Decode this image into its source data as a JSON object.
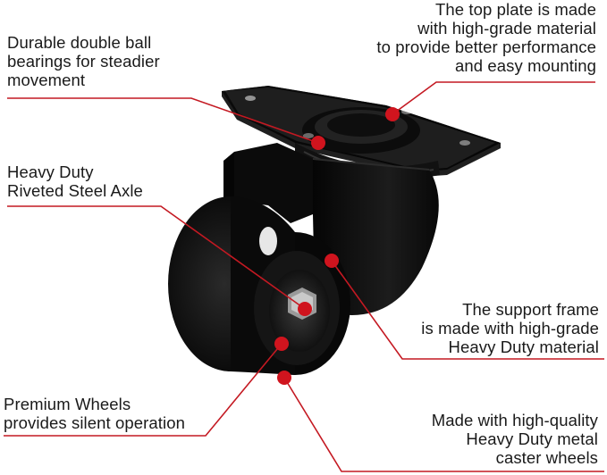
{
  "colors": {
    "accent": "#d0141e",
    "product": "#0d0d0d",
    "background": "#ffffff"
  },
  "callouts": [
    {
      "id": "bearings",
      "lines": [
        "Durable double ball",
        "bearings for steadier",
        "movement"
      ]
    },
    {
      "id": "plate",
      "lines": [
        "The top plate is made",
        "with high-grade material",
        "to provide better performance",
        "and easy mounting"
      ]
    },
    {
      "id": "axle",
      "lines": [
        "Heavy Duty",
        "Riveted Steel Axle"
      ]
    },
    {
      "id": "frame",
      "lines": [
        "The support frame",
        "is made with high-grade",
        "Heavy Duty material"
      ]
    },
    {
      "id": "wheels",
      "lines": [
        "Premium Wheels",
        "provides silent operation"
      ]
    },
    {
      "id": "caster",
      "lines": [
        "Made with high-quality",
        "Heavy Duty metal",
        "caster wheels"
      ]
    }
  ]
}
